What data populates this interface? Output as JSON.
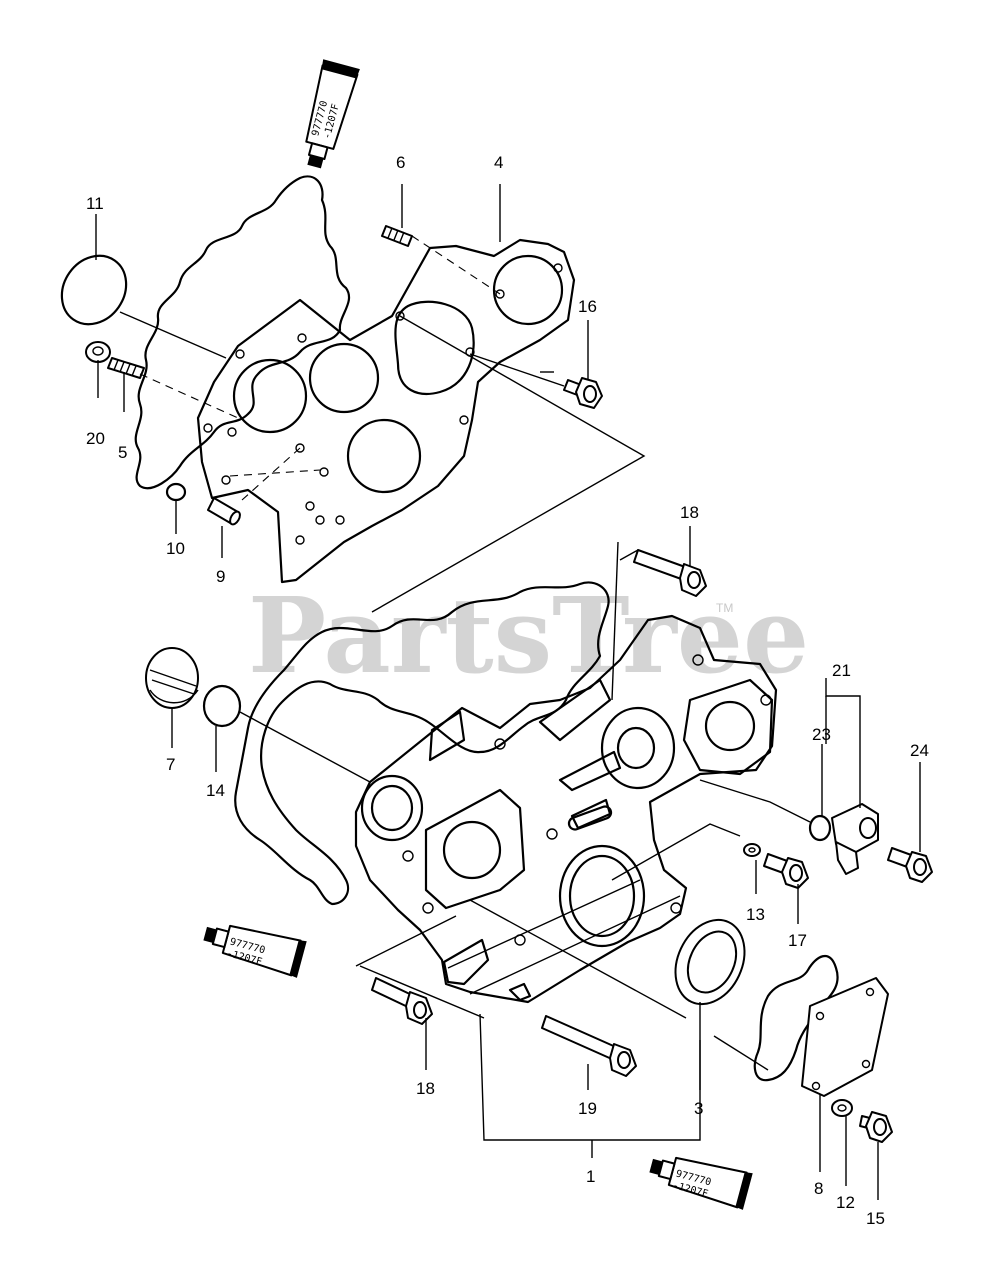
{
  "watermark": {
    "text": "PartsTree",
    "trademark": "TM"
  },
  "sealant_tubes": [
    {
      "line1": "977770",
      "line2": "-1207F"
    },
    {
      "line1": "977770",
      "line2": "-1207F"
    },
    {
      "line1": "977770",
      "line2": "-1207F"
    }
  ],
  "callouts": {
    "p1": "1",
    "p3": "3",
    "p4": "4",
    "p5": "5",
    "p6": "6",
    "p7": "7",
    "p8": "8",
    "p9": "9",
    "p10": "10",
    "p11": "11",
    "p12": "12",
    "p13": "13",
    "p14": "14",
    "p15": "15",
    "p16": "16",
    "p17": "17",
    "p18a": "18",
    "p18b": "18",
    "p19": "19",
    "p20": "20",
    "p21": "21",
    "p23": "23",
    "p24": "24"
  }
}
